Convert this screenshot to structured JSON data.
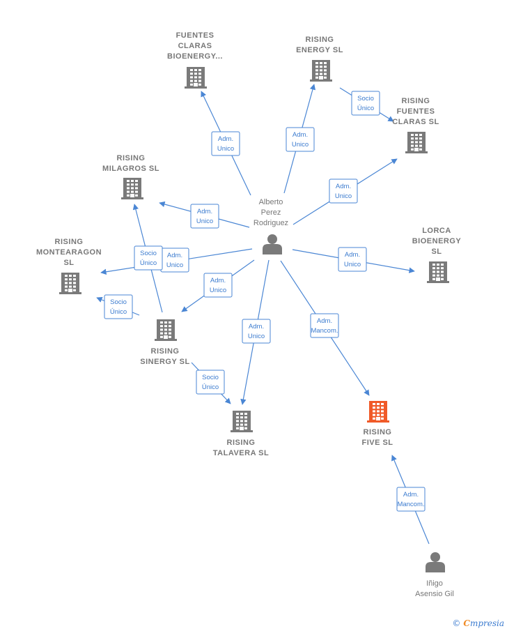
{
  "colors": {
    "edge": "#4a86d4",
    "company": "#7a7a7a",
    "company_main": "#f05a28",
    "person": "#7a7a7a"
  },
  "nodes": [
    {
      "id": "fuentes_bio",
      "kind": "company",
      "lines": [
        "FUENTES",
        "CLARAS",
        "BIOENERGY..."
      ]
    },
    {
      "id": "rising_energy",
      "kind": "company",
      "lines": [
        "RISING",
        "ENERGY  SL"
      ]
    },
    {
      "id": "rising_fuentes",
      "kind": "company",
      "lines": [
        "RISING",
        "FUENTES",
        "CLARAS  SL"
      ]
    },
    {
      "id": "rising_milagros",
      "kind": "company",
      "lines": [
        "RISING",
        "MILAGROS  SL"
      ]
    },
    {
      "id": "lorca",
      "kind": "company",
      "lines": [
        "LORCA",
        "BIOENERGY",
        "SL"
      ]
    },
    {
      "id": "rising_montearagon",
      "kind": "company",
      "lines": [
        "RISING",
        "MONTEARAGON",
        "SL"
      ]
    },
    {
      "id": "rising_sinergy",
      "kind": "company",
      "lines": [
        "RISING",
        "SINERGY  SL"
      ]
    },
    {
      "id": "rising_talavera",
      "kind": "company",
      "lines": [
        "RISING",
        "TALAVERA  SL"
      ]
    },
    {
      "id": "rising_five",
      "kind": "company_main",
      "lines": [
        "RISING",
        "FIVE  SL"
      ]
    },
    {
      "id": "alberto",
      "kind": "person",
      "lines": [
        "Alberto",
        "Perez",
        "Rodriguez"
      ]
    },
    {
      "id": "inigo",
      "kind": "person",
      "lines": [
        "Iñigo",
        "Asensio Gil"
      ]
    }
  ],
  "edges": [
    {
      "from": "alberto",
      "to": "fuentes_bio",
      "label": [
        "Adm.",
        "Unico"
      ]
    },
    {
      "from": "alberto",
      "to": "rising_energy",
      "label": [
        "Adm.",
        "Unico"
      ]
    },
    {
      "from": "rising_energy",
      "to": "rising_fuentes",
      "label": [
        "Socio",
        "Único"
      ]
    },
    {
      "from": "alberto",
      "to": "rising_fuentes",
      "label": [
        "Adm.",
        "Unico"
      ]
    },
    {
      "from": "alberto",
      "to": "rising_milagros",
      "label": [
        "Adm.",
        "Unico"
      ]
    },
    {
      "from": "alberto",
      "to": "lorca",
      "label": [
        "Adm.",
        "Unico"
      ]
    },
    {
      "from": "alberto",
      "to": "rising_montearagon",
      "label": [
        "Adm.",
        "Unico"
      ]
    },
    {
      "from": "rising_sinergy",
      "to": "rising_milagros",
      "label": [
        "Socio",
        "Único"
      ]
    },
    {
      "from": "rising_sinergy",
      "to": "rising_montearagon",
      "label": [
        "Socio",
        "Único"
      ]
    },
    {
      "from": "alberto",
      "to": "rising_sinergy",
      "label": [
        "Adm.",
        "Unico"
      ]
    },
    {
      "from": "alberto",
      "to": "rising_talavera",
      "label": [
        "Adm.",
        "Unico"
      ]
    },
    {
      "from": "rising_sinergy",
      "to": "rising_talavera",
      "label": [
        "Socio",
        "Único"
      ]
    },
    {
      "from": "alberto",
      "to": "rising_five",
      "label": [
        "Adm.",
        "Mancom."
      ]
    },
    {
      "from": "inigo",
      "to": "rising_five",
      "label": [
        "Adm.",
        "Mancom."
      ]
    }
  ],
  "footer": {
    "copyright": "©",
    "brand_initial": "C",
    "brand_rest": "mpresia"
  }
}
